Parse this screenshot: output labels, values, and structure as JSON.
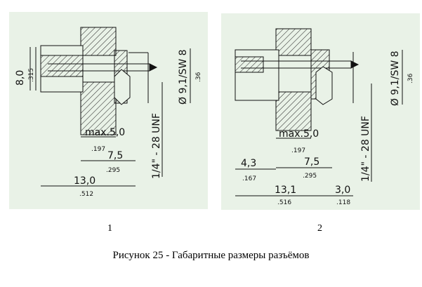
{
  "figure_1": {
    "number": "1",
    "height_mm": "8,0",
    "height_in": ".315",
    "max_panel": "max.5,0",
    "max_panel_in": ".197",
    "len_a": "7,5",
    "len_a_in": ".295",
    "len_total": "13,0",
    "len_total_in": ".512",
    "thread": "1/4\" - 28 UNF",
    "diameter": "Ø 9,1/SW 8",
    "diameter_in": ".36"
  },
  "figure_2": {
    "number": "2",
    "max_panel": "max.5,0",
    "max_panel_in": ".197",
    "len_a": "7,5",
    "len_a_in": ".295",
    "len_b": "4,3",
    "len_b_in": ".167",
    "len_total": "13,1",
    "len_total_in": ".516",
    "len_c": "3,0",
    "len_c_in": ".118",
    "thread": "1/4\" - 28 UNF",
    "diameter": "Ø 9,1/SW 8",
    "diameter_in": ".36"
  },
  "caption": "Рисунок 25 - Габаритные размеры разъёмов"
}
